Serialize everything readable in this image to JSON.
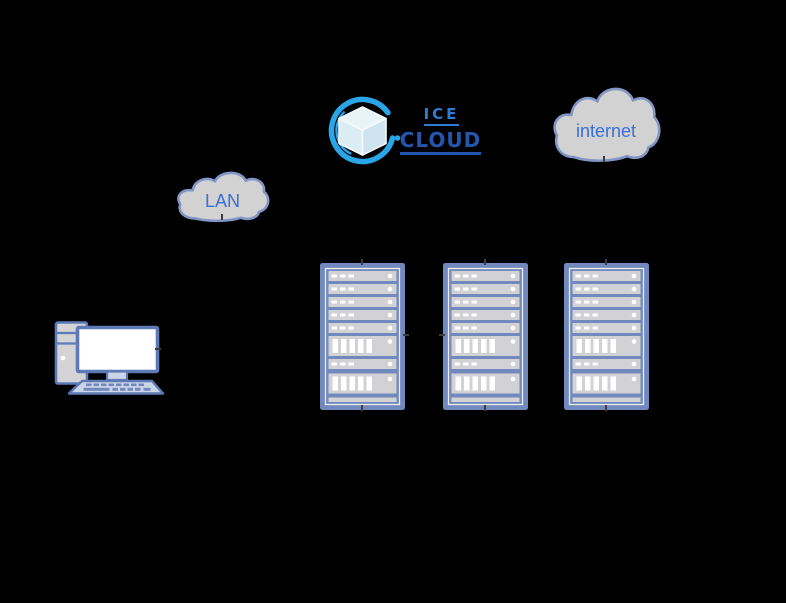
{
  "logo": {
    "text_line1": "ICE",
    "text_line2": "CLOUD"
  },
  "nodes": {
    "internet_cloud": {
      "label": "internet",
      "shape": "cloud"
    },
    "lan_cloud": {
      "label": "LAN",
      "shape": "cloud"
    },
    "workstation": {
      "icon": "desktop-computer-icon"
    },
    "server_racks": {
      "icon": "server-rack-icon",
      "count": 3
    }
  },
  "icons": {
    "logo_mark": "ice-cube-in-brush-circle-icon",
    "cloud": "cloud-icon",
    "workstation": "desktop-computer-icon",
    "server": "server-rack-icon",
    "anchor": "connector-anchor-tick"
  },
  "colors": {
    "bg": "#000000",
    "cloud_fill": "#d2d2d2",
    "cloud_stroke": "#8296c6",
    "cloud_text": "#3a6fd6",
    "rack_frame": "#7289be",
    "rack_outline": "#ececec",
    "rack_unit": "#d2d2d4",
    "rack_detail": "#ffffff",
    "comp_stroke": "#5d7ab7",
    "comp_fill": "#d4d4d6",
    "screen_fill": "#ffffff",
    "kb_fill": "#ccd5e8",
    "key_fill": "#7289be",
    "logo_ring": "#2aa6e8",
    "logo_ice": "#2e7cd4",
    "logo_cloud": "#2456ae",
    "cube_top": "#e9f4f9",
    "cube_left": "#dcecf4",
    "cube_right": "#cde3ee",
    "cube_stroke": "#f4fafd",
    "anchor": "#3d3d3d"
  }
}
